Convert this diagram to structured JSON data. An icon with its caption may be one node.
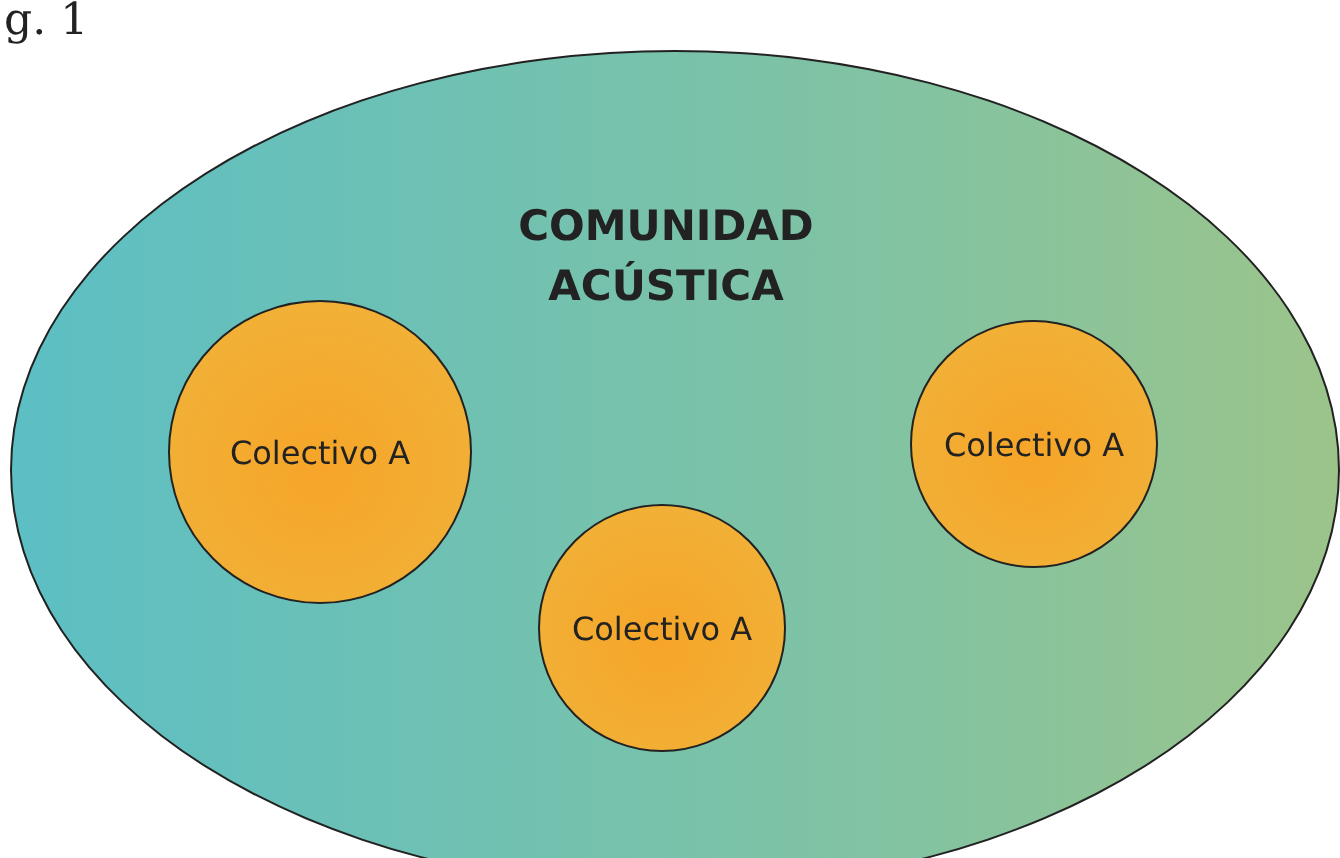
{
  "diagram": {
    "nodes": [
      {
        "text": [
          "COMUNIDAD ACÚSTICA"
        ]
      },
      {
        "text": [
          "Colectivo A"
        ],
        "in": 0
      },
      {
        "text": [
          "Colectivo A"
        ],
        "in": 0
      },
      {
        "text": [
          "Colectivo A"
        ],
        "in": 0
      }
    ],
    "labels": [
      "g. 1"
    ]
  }
}
